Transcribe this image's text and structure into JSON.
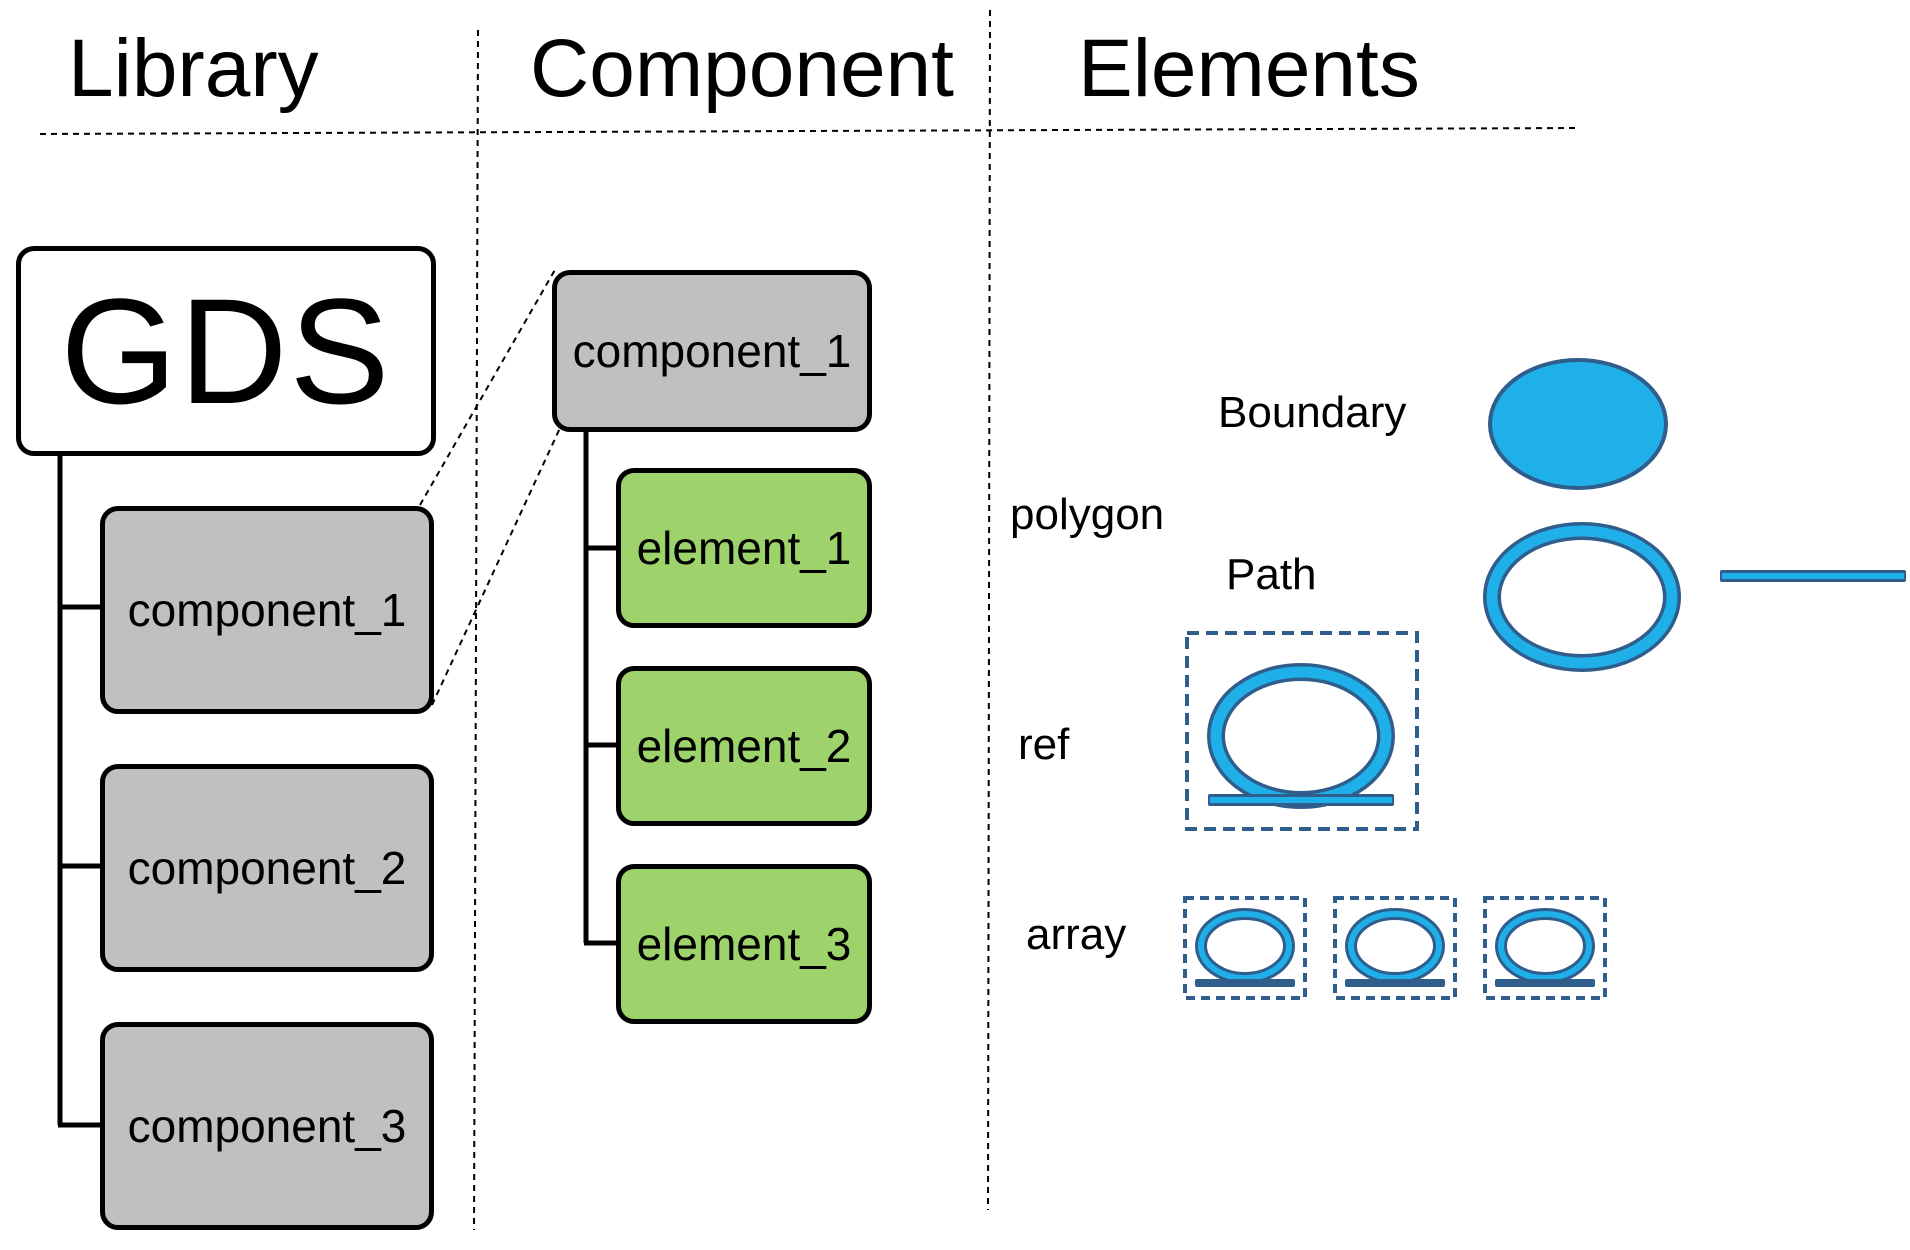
{
  "headers": {
    "library": "Library",
    "component": "Component",
    "elements": "Elements"
  },
  "library": {
    "root": "GDS",
    "components": [
      "component_1",
      "component_2",
      "component_3"
    ]
  },
  "component": {
    "name": "component_1",
    "elements": [
      "element_1",
      "element_2",
      "element_3"
    ]
  },
  "element_types": {
    "polygon": "polygon",
    "boundary": "Boundary",
    "path": "Path",
    "ref": "ref",
    "array": "array"
  },
  "colors": {
    "component_fill": "#c0c0c0",
    "element_fill": "#9dd36a",
    "shape_blue": "#1fb0ea",
    "shape_outline": "#2f5d8c"
  }
}
